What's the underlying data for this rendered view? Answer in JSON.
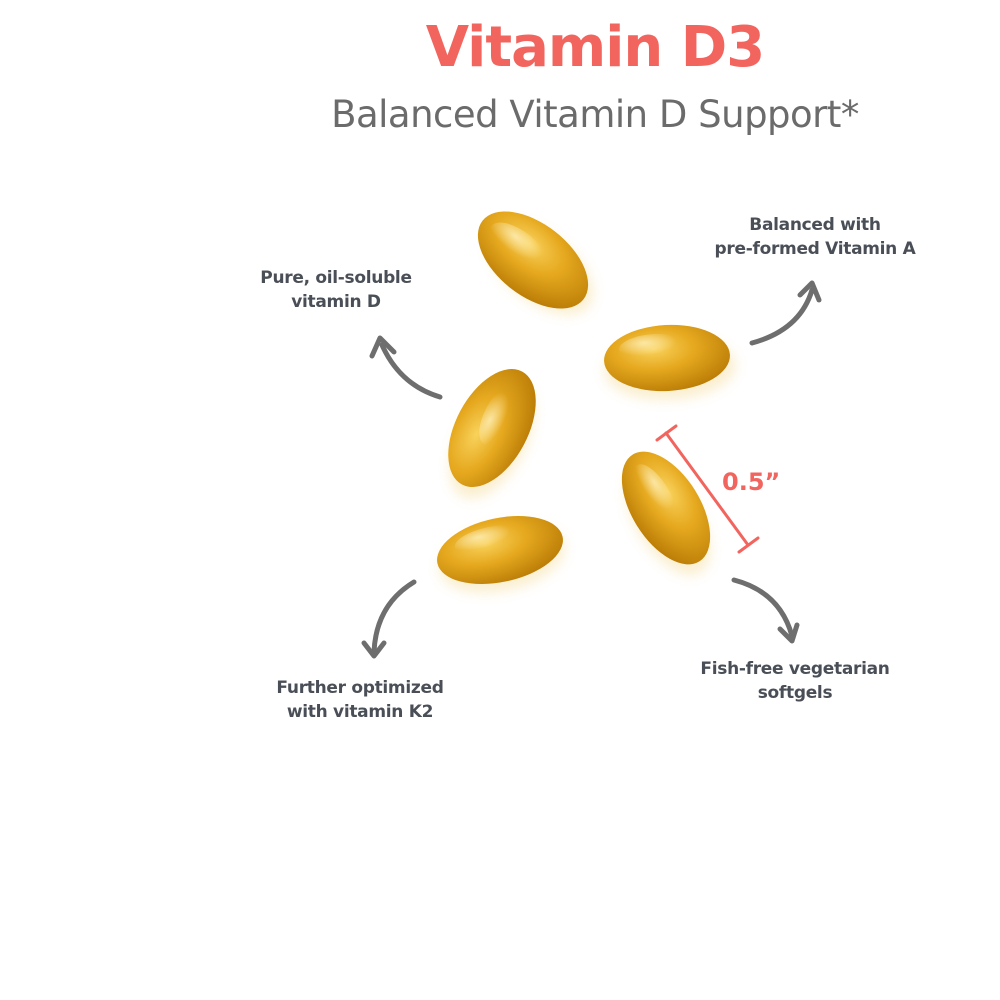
{
  "header": {
    "title": "Vitamin D3",
    "subtitle": "Balanced Vitamin D Support*"
  },
  "callouts": {
    "pure": [
      "Pure, oil-soluble",
      "vitamin D"
    ],
    "vitamin_a": [
      "Balanced with",
      "pre-formed Vitamin A"
    ],
    "k2": [
      "Further optimized",
      "with vitamin K2"
    ],
    "fish_free": [
      "Fish-free vegetarian",
      "softgels"
    ]
  },
  "size_label": "0.5”",
  "colors": {
    "accent": "#f2655f",
    "subtitle": "#6b6b6b",
    "callout_text": "#4a4f57",
    "arrow": "#6e6e6e",
    "softgel": "#e0a01a",
    "softgel_dark": "#b87a06",
    "softgel_light": "#f7c84a"
  },
  "icons": {
    "arrow": "curved-arrow-icon",
    "softgel": "softgel-capsule-image",
    "dimension": "dimension-bracket-icon"
  }
}
